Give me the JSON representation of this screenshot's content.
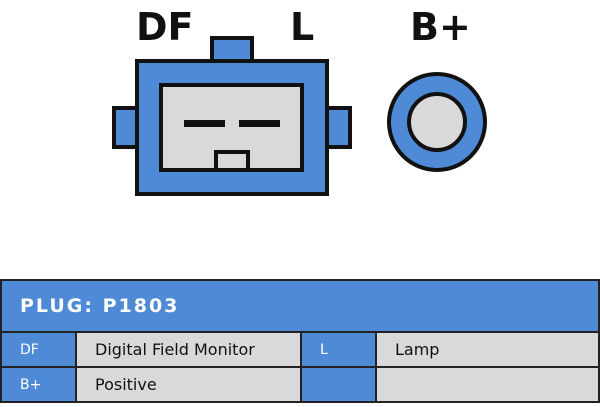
{
  "labels": {
    "df": "DF",
    "l": "L",
    "bplus": "B+"
  },
  "colors": {
    "body": "#4f8ad6",
    "inner": "#d9d9d9",
    "outline": "#111111"
  },
  "table": {
    "title": "PLUG: P1803",
    "rows": [
      {
        "pin1": "DF",
        "desc1": "Digital Field Monitor",
        "pin2": "L",
        "desc2": "Lamp"
      },
      {
        "pin1": "B+",
        "desc1": "Positive",
        "pin2": "",
        "desc2": ""
      }
    ]
  }
}
